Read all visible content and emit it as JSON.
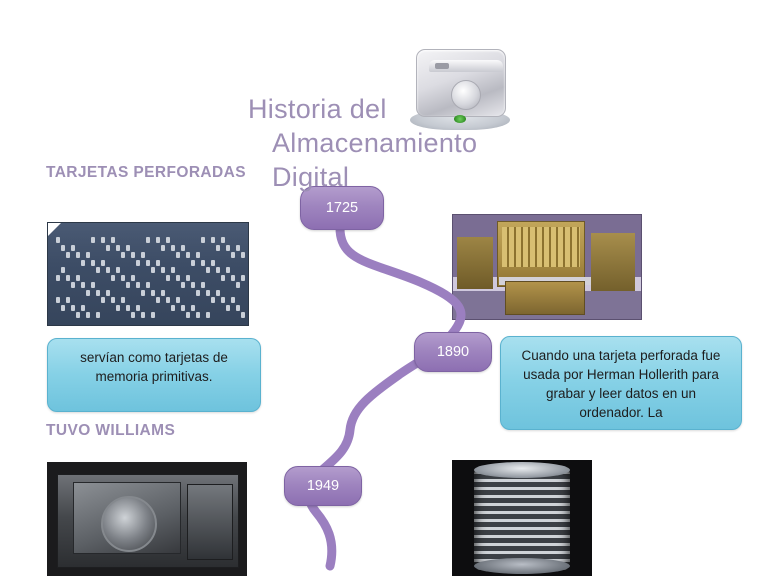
{
  "slide": {
    "title_line1": "Historia del",
    "title_line2": "Almacenamiento Digital",
    "headings": {
      "tarjetas": "TARJETAS PERFORADAS",
      "tuvo": "TUVO WILLIAMS"
    },
    "timeline": {
      "years": [
        {
          "label": "1725"
        },
        {
          "label": "1890"
        },
        {
          "label": "1949"
        }
      ],
      "line_color": "#9b7fc0"
    },
    "callouts": [
      {
        "id": "tarjetas",
        "text": "servían como tarjetas de memoria primitivas."
      },
      {
        "id": "hollerith",
        "text": "Cuando una tarjeta perforada fue usada por Herman Hollerith para grabar y leer datos en un ordenador. La"
      }
    ],
    "images": {
      "hdd_icon": "hard-drive-icon",
      "punch_card": "punch-card-photo",
      "hollerith_machine": "hollerith-tabulating-machine-photo",
      "williams_tube": "williams-tube-photo",
      "core_memory": "magnetic-core-memory-photo"
    },
    "colors": {
      "title": "#9d8fb5",
      "heading": "#9d8fb5",
      "year_bubble": "#9f85bf",
      "callout": "#86d1e6"
    }
  }
}
